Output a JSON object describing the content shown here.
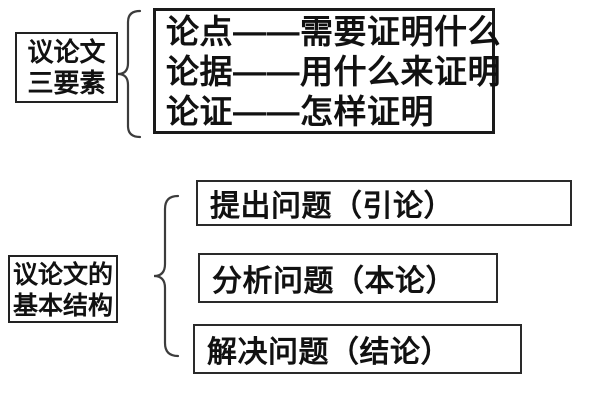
{
  "colors": {
    "background": "#ffffff",
    "text": "#111111",
    "box_border": "#222222",
    "brace": "#3c3c3c"
  },
  "top_section": {
    "label_line1": "议论文",
    "label_line2": "三要素",
    "items": [
      "论点——需要证明什么",
      "论据——用什么来证明",
      "论证——怎样证明"
    ]
  },
  "bottom_section": {
    "label_line1": "议论文的",
    "label_line2": "基本结构",
    "items": [
      "提出问题（引论）",
      "分析问题（本论）",
      "解决问题（结论）"
    ]
  }
}
